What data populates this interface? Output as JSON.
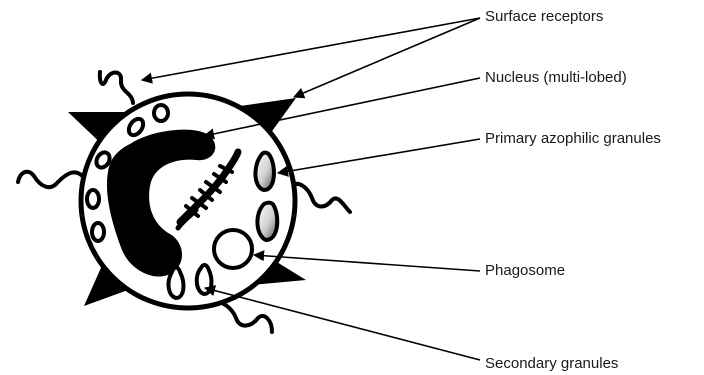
{
  "diagram": {
    "labels": {
      "surface_receptors": "Surface receptors",
      "nucleus": "Nucleus (multi-lobed)",
      "primary_granules": "Primary azophilic granules",
      "phagosome": "Phagosome",
      "secondary_granules": "Secondary granules"
    },
    "colors": {
      "stroke": "#000000",
      "fill_dark": "#000000",
      "background": "#ffffff",
      "granule_shade": "#8c8c8c"
    }
  }
}
